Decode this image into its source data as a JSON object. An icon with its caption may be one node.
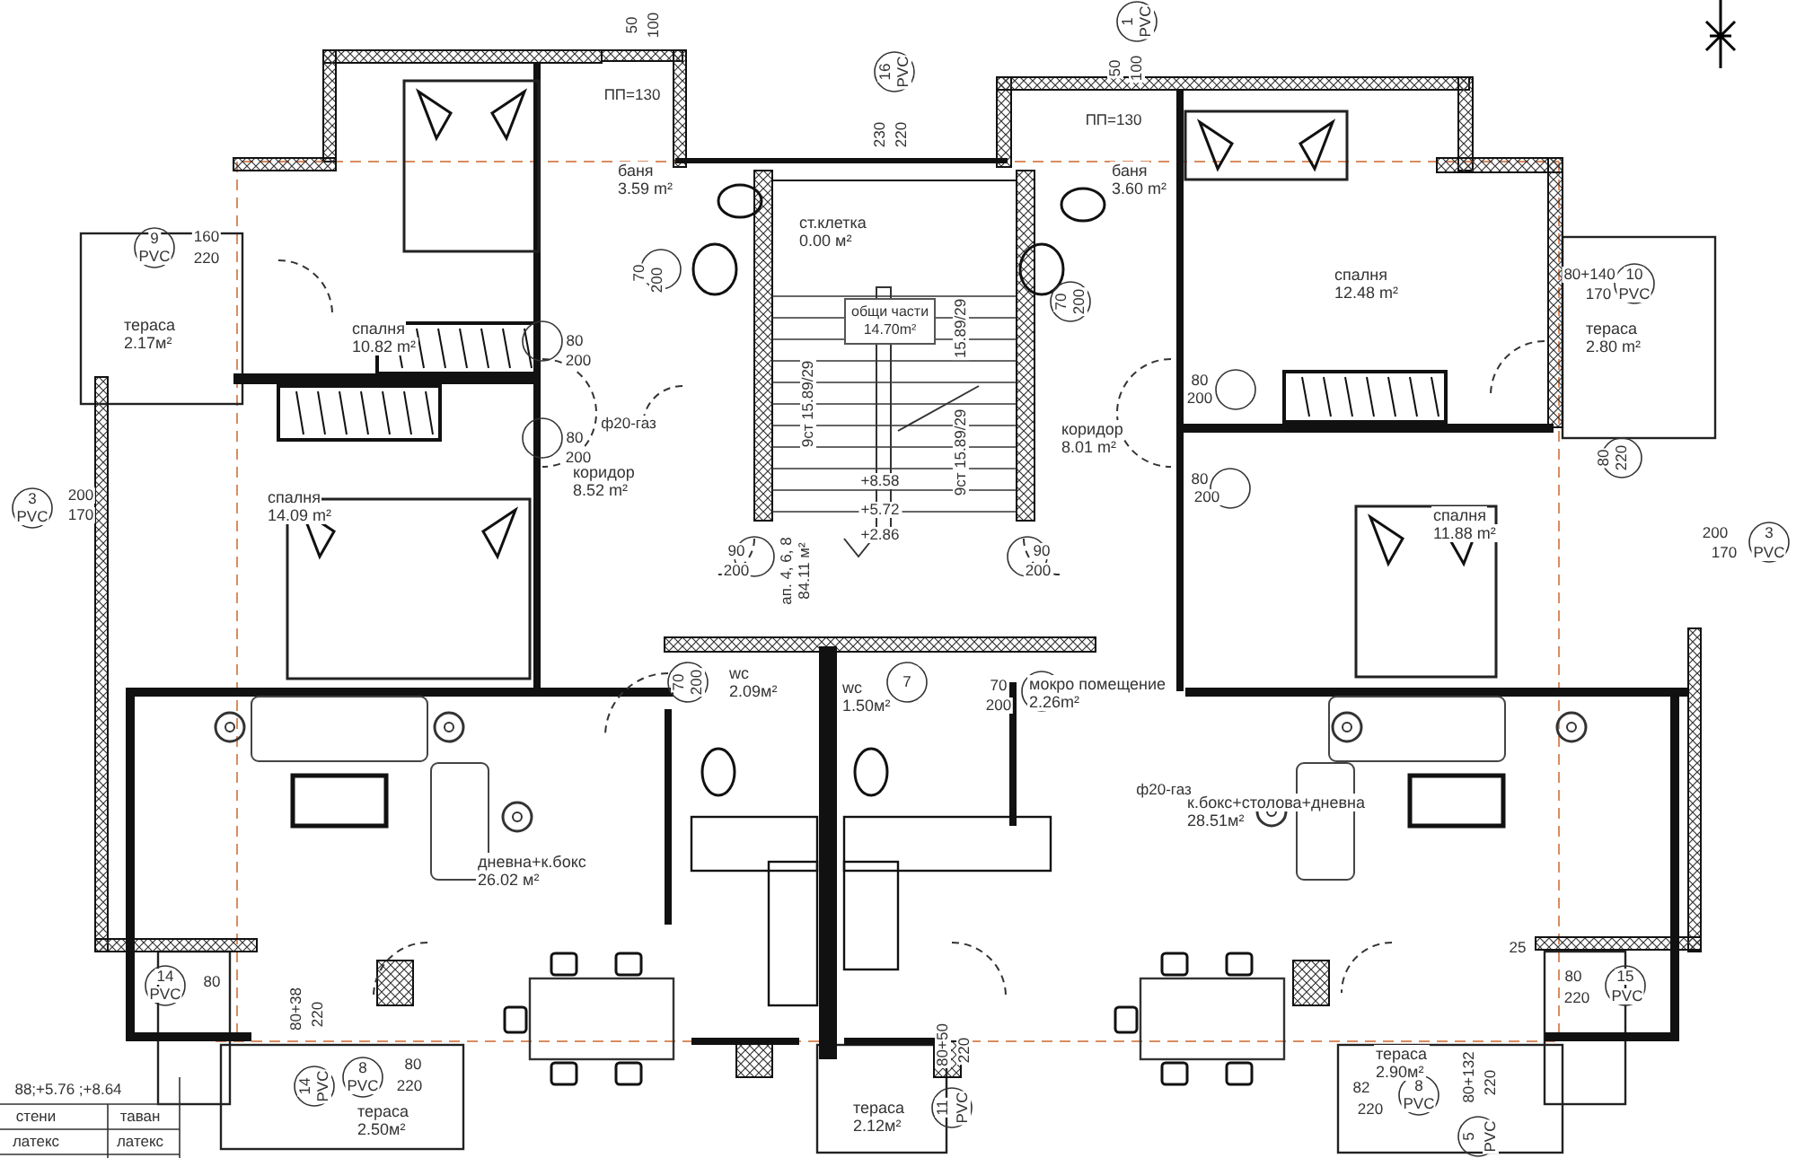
{
  "diagram": {
    "nodes": [
      {
        "text": [
          "тераса",
          "2.17м²"
        ]
      },
      {
        "text": [
          "спалня",
          "10.82 m²"
        ]
      },
      {
        "text": [
          "баня",
          "3.59 m²"
        ]
      },
      {
        "text": [
          "спалня",
          "14.09 m²"
        ]
      },
      {
        "text": [
          "коридор",
          "8.52 m²"
        ]
      },
      {
        "text": [
          "wc",
          "2.09м²"
        ]
      },
      {
        "text": [
          "wc",
          "1.50м²"
        ]
      },
      {
        "text": [
          "дневна+к.бокс",
          "26.02 м²"
        ]
      },
      {
        "text": [
          "тераса",
          "2.50м²"
        ]
      },
      {
        "text": [
          "тераса",
          "2.12м²"
        ]
      },
      {
        "text": [
          "ст.клетка",
          "0.00 м²"
        ]
      },
      {
        "text": [
          "общи части",
          "14.70m²"
        ],
        "in": 10
      },
      {
        "text": [
          "баня",
          "3.60 m²"
        ]
      },
      {
        "text": [
          "спалня",
          "12.48 m²"
        ]
      },
      {
        "text": [
          "тераса",
          "2.80 m²"
        ]
      },
      {
        "text": [
          "коридор",
          "8.01 m²"
        ]
      },
      {
        "text": [
          "спалня",
          "11.88 m²"
        ]
      },
      {
        "text": [
          "мокро помещение",
          "2.26m²"
        ]
      },
      {
        "text": [
          "к.бокс+столова+дневна",
          "28.51м²"
        ]
      },
      {
        "text": [
          "тераса",
          "2.90м²"
        ]
      }
    ],
    "edges": [],
    "labels": [
      "50",
      "100",
      "16",
      "PVC",
      "230",
      "220",
      "1",
      "PVC",
      "50",
      "100",
      "ПП=130",
      "ПП=130",
      "9",
      "PVC",
      "160",
      "220",
      "70",
      "200",
      "80",
      "200",
      "80",
      "200",
      "9ст 15.89/29",
      "15.89/29",
      "9ст 15.89/29",
      "70",
      "200",
      "80",
      "200",
      "80+140",
      "10",
      "170",
      "PVC",
      "ф20-газ",
      "80",
      "200",
      "80",
      "220",
      "3",
      "PVC",
      "200",
      "170",
      "+8.58",
      "+5.72",
      "+2.86",
      "90",
      "200",
      "ап. 4, 6, 8",
      "84.11 м²",
      "90",
      "200",
      "200",
      "3",
      "170",
      "PVC",
      "70",
      "200",
      "7",
      "70",
      "200",
      "ф20-газ",
      "14",
      "PVC",
      "80",
      "80+38",
      "220",
      "14",
      "PVC",
      "8",
      "80",
      "PVC",
      "220",
      "80+50",
      "220",
      "11",
      "PVC",
      "25",
      "80",
      "15",
      "220",
      "PVC",
      "82",
      "8",
      "220",
      "PVC",
      "80+132",
      "220",
      "5",
      "PVC",
      "88;+5.76 ;+8.64",
      "стени",
      "таван",
      "латекс",
      "латекс"
    ]
  }
}
